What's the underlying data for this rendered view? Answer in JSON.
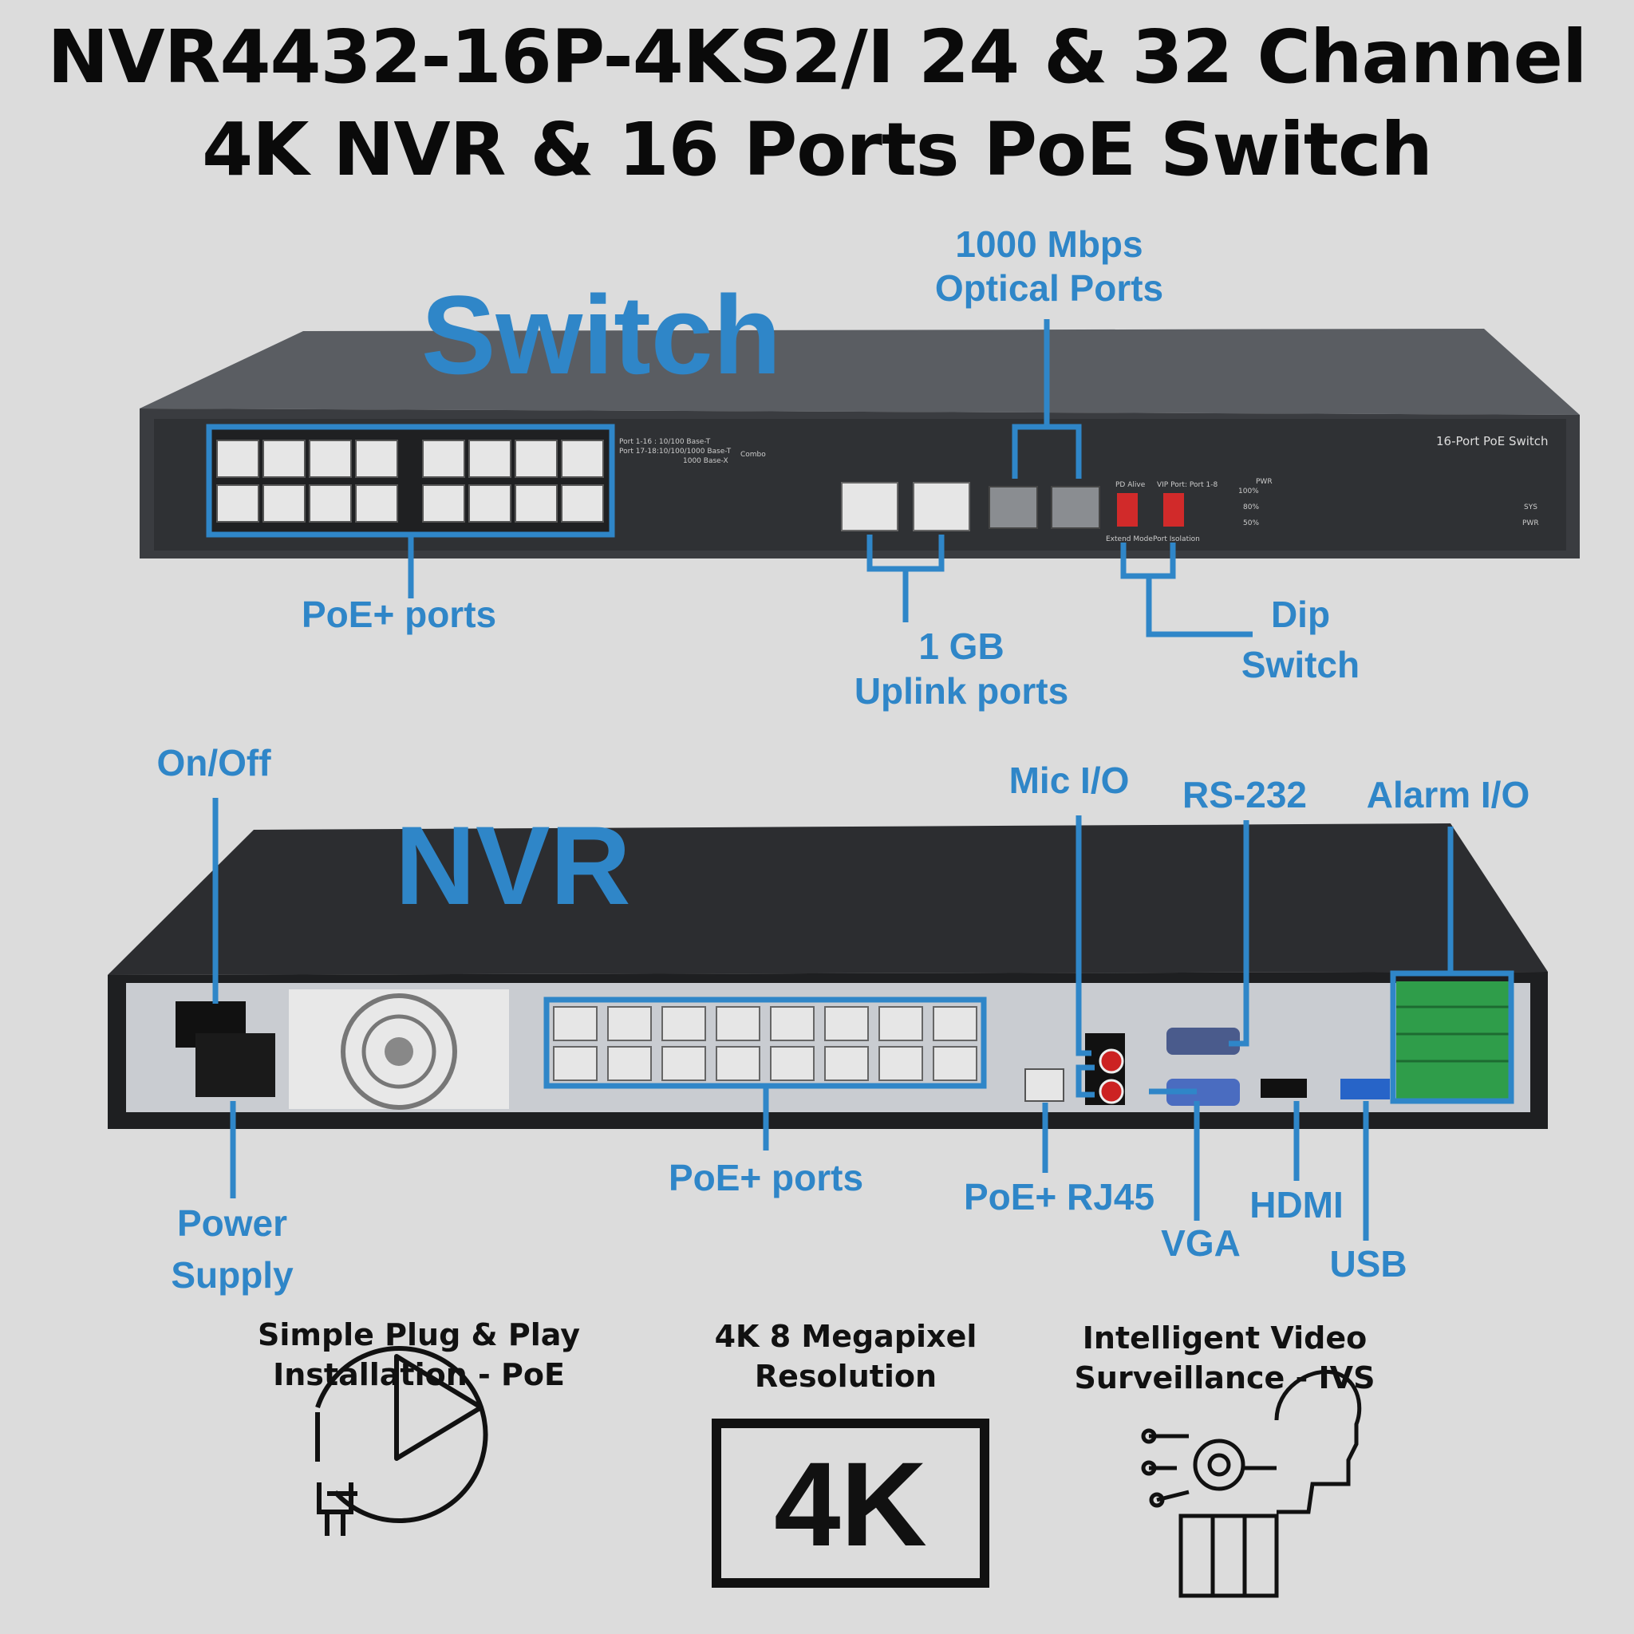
{
  "header": {
    "line1": "NVR4432-16P-4KS2/I 24 & 32 Channel",
    "line2": "4K NVR & 16 Ports  PoE Switch"
  },
  "switch_section": {
    "heading": "Switch",
    "device_label": "16-Port PoE Switch",
    "port_legend": [
      "Port 1-16 : 10/100 Base-T",
      "Port 17-18:10/100/1000 Base-T",
      "1000 Base-X"
    ],
    "combo_label": "Combo",
    "dip_labels": [
      "PD Alive",
      "VIP Port: Port 1-8",
      "Extend Mode",
      "Port Isolation"
    ],
    "led_labels": [
      "PWR",
      "100%",
      "80%",
      "50%",
      "SYS",
      "PWR"
    ],
    "callouts": {
      "poe_ports": "PoE+ ports",
      "optical_line1": "1000 Mbps",
      "optical_line2": "Optical Ports",
      "uplink_line1": "1 GB",
      "uplink_line2": "Uplink ports",
      "dip_line1": "Dip",
      "dip_line2": "Switch"
    }
  },
  "nvr_section": {
    "heading": "NVR",
    "callouts": {
      "on_off": "On/Off",
      "power_line1": "Power",
      "power_line2": "Supply",
      "poe_ports": "PoE+ ports",
      "mic_io": "Mic I/O",
      "rs232": "RS-232",
      "alarm_io": "Alarm I/O",
      "poe_rj45": "PoE+ RJ45",
      "vga": "VGA",
      "hdmi": "HDMI",
      "usb": "USB"
    }
  },
  "features": [
    {
      "line1": "Simple Plug & Play",
      "line2": "Installation - PoE",
      "icon": "plug-play-icon"
    },
    {
      "line1": "4K 8 Megapixel",
      "line2": "Resolution",
      "icon": "4k-badge-icon",
      "badge_text": "4K"
    },
    {
      "line1": "Intelligent Video",
      "line2": "Surveillance - IVS",
      "icon": "ai-head-icon"
    }
  ],
  "colors": {
    "background": "#dcdcdc",
    "accent_blue": "#2f86c8",
    "text_dark": "#0a0a0a",
    "device_body": "#3a3c40"
  }
}
